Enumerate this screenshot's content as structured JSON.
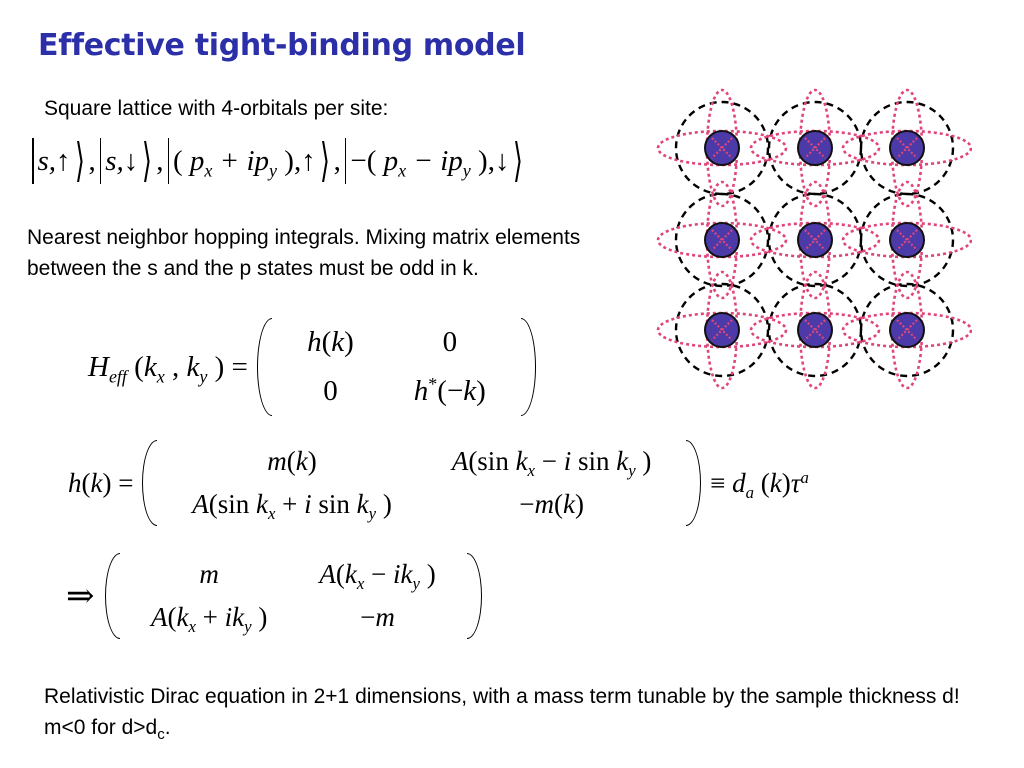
{
  "slide": {
    "title": "Effective tight-binding model",
    "intro": "Square lattice with 4-orbitals per site:",
    "hopping": "Nearest neighbor hopping integrals. Mixing matrix elements between the s and the p states must be odd in k.",
    "dirac": {
      "text": "Relativistic Dirac equation in 2+1 dimensions, with a mass term tunable by the sample thickness d! m<0 for d>d",
      "subscript": "c",
      "end": "."
    }
  },
  "equations": {
    "states": [
      "s,↑",
      "s,↓",
      "(pₓ + ipᵧ ,↑",
      "−(pₓ − ipᵧ ),↓"
    ],
    "heff": {
      "lhs_main": "H",
      "lhs_sub": "eff",
      "lhs_args": "(kₓ , kᵧ ) =",
      "matrix": [
        [
          "h(k)",
          "0"
        ],
        [
          "0",
          "h*(−k)"
        ]
      ]
    },
    "hk": {
      "lhs": "h(k) =",
      "matrix": [
        [
          "m(k)",
          "A(sin kₓ − i sin kᵧ )"
        ],
        [
          "A(sin kₓ + i sin kᵧ )",
          "−m(k)"
        ]
      ],
      "rhs": "≡ dₐ (k)τᵃ"
    },
    "implies": {
      "symbol": "⇒",
      "matrix": [
        [
          "m",
          "A(kₓ − ikᵧ )"
        ],
        [
          "A(kₓ + ikᵧ )",
          "−m"
        ]
      ]
    }
  },
  "colors": {
    "title": "#2b2fa8",
    "atom_fill": "#4b3aa8",
    "p_orbital": "#e0457a",
    "s_orbital": "#000000"
  }
}
